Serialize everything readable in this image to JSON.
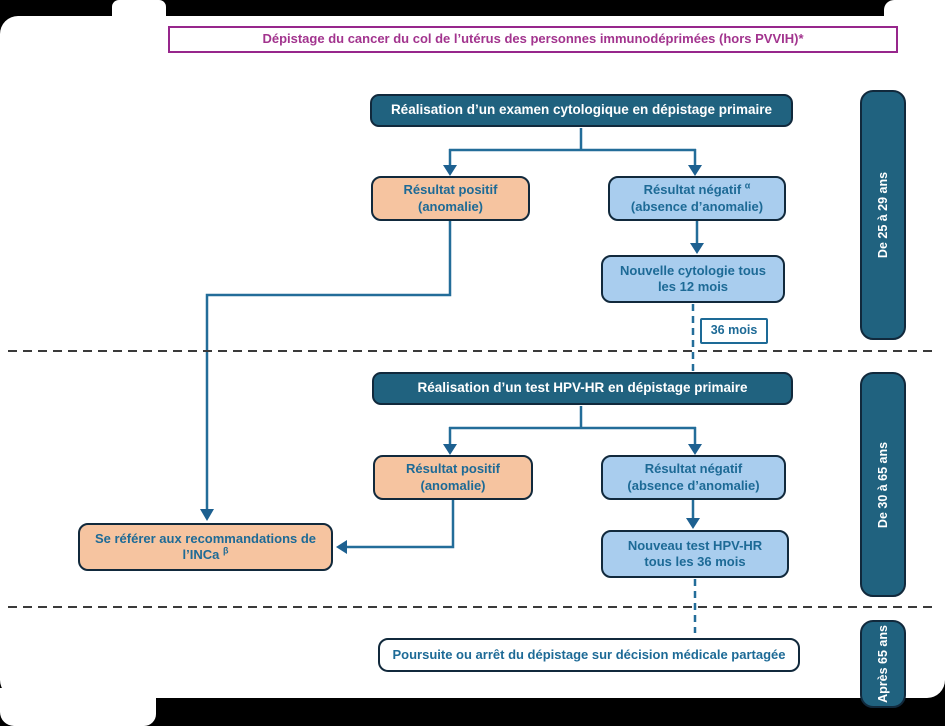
{
  "title": "Dépistage du cancer du col de l’utérus des personnes immunodéprimées (hors PVVIH)*",
  "colors": {
    "accent_purple": "#a2348e",
    "node_dark_teal": "#20627f",
    "node_border_navy": "#11293c",
    "node_salmon": "#f6c4a0",
    "node_light_blue": "#a9cdee",
    "text_teal": "#1d6a96",
    "connector_teal": "#236d99"
  },
  "sections": {
    "s1": {
      "age_label": "De 25 à 29 ans",
      "primary_label": "Réalisation d’un examen cytologique en dépistage primaire",
      "positive": {
        "line1": "Résultat positif",
        "line2": "(anomalie)"
      },
      "negative": {
        "line1": "Résultat négatif",
        "sup": "α",
        "line2": "(absence d’anomalie)"
      },
      "followup": {
        "line1": "Nouvelle cytologie tous",
        "line2": "les 12 mois"
      },
      "interval_label": "36 mois"
    },
    "s2": {
      "age_label": "De 30 à 65 ans",
      "primary_label": "Réalisation d’un test HPV-HR en dépistage primaire",
      "positive": {
        "line1": "Résultat positif",
        "line2": "(anomalie)"
      },
      "negative": {
        "line1": "Résultat négatif",
        "line2": "(absence d’anomalie)"
      },
      "followup": {
        "line1": "Nouveau test HPV-HR",
        "line2": "tous les 36 mois"
      },
      "referral": {
        "line1": "Se référer aux recommandations de",
        "line2": "l’INCa",
        "sup": "β"
      }
    },
    "s3": {
      "age_label": "Après 65 ans",
      "decision_label": "Poursuite ou arrêt du dépistage sur décision médicale partagée"
    }
  }
}
